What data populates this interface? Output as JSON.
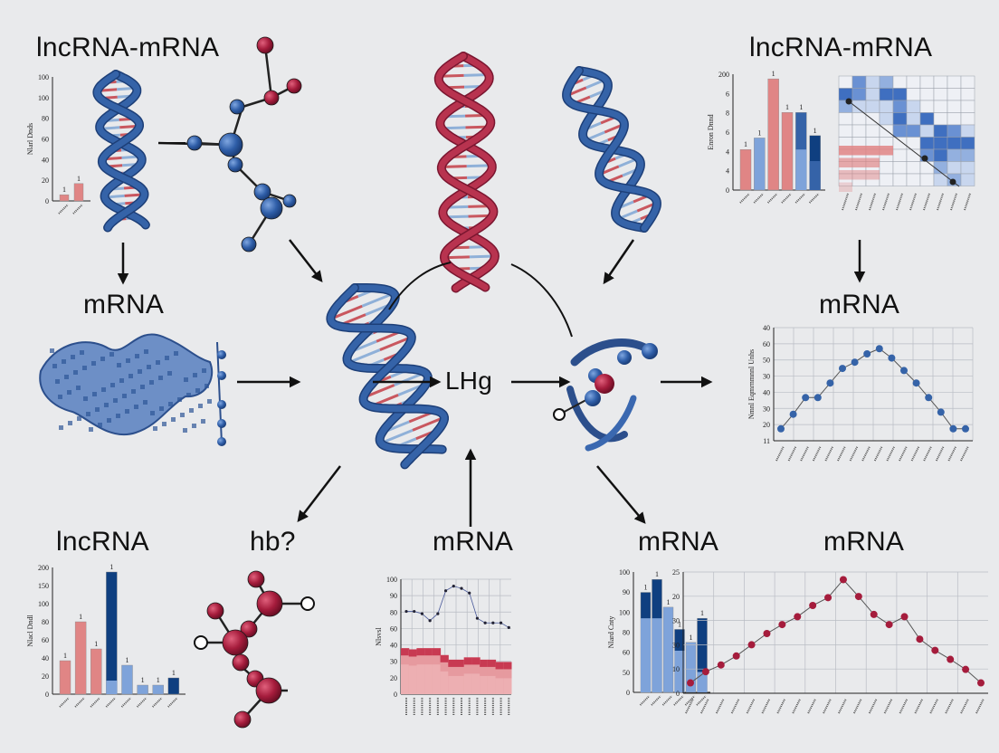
{
  "labels": {
    "top_left": "lncRNA-mRNA",
    "top_right": "lncRNA-mRNA",
    "mid_left": "mRNA",
    "mid_right": "mRNA",
    "center": "LHg",
    "bottom_1": "lncRNA",
    "bottom_2": "hb?",
    "bottom_3": "mRNA",
    "bottom_4": "mRNA",
    "bottom_5": "mRNA"
  },
  "colors": {
    "background": "#e9eaec",
    "blue_strand": "#3563a8",
    "red_strand": "#b8334f",
    "navy": "#0f3f80",
    "light_blue": "#7ea3da",
    "light_red": "#e08585",
    "crimson_node": "#a51c3c"
  },
  "mini_charts": {
    "top_left_bar": {
      "type": "bar",
      "yticks": [
        "100",
        "100",
        "80",
        "60",
        "40",
        "20",
        "0"
      ],
      "ylabel": "Nlarl Dnds",
      "ylim": [
        0,
        100
      ],
      "bars": [
        {
          "v": 5,
          "c": "light_red"
        },
        {
          "v": 14,
          "c": "light_red"
        }
      ]
    },
    "top_right_bar": {
      "type": "bar",
      "yticks": [
        "200",
        "6",
        "8",
        "6",
        "4",
        "4",
        "0"
      ],
      "ylabel": "Enron Dnnd",
      "ylim": [
        0,
        100
      ],
      "bars": [
        {
          "v": 35,
          "c": "light_red"
        },
        {
          "v": 45,
          "c": "light_blue"
        },
        {
          "v": 96,
          "c": "light_red"
        },
        {
          "v": 67,
          "c": "light_red"
        },
        {
          "v": 67,
          "c": "blue_strand",
          "base": 35,
          "basec": "light_blue"
        },
        {
          "v": 47,
          "c": "navy",
          "base": 25,
          "basec": "blue_strand"
        }
      ]
    },
    "top_right_heatmap": {
      "type": "heatmap",
      "blue": [
        [
          0,
          3,
          1,
          2,
          0,
          0,
          0,
          0,
          0,
          0
        ],
        [
          4,
          3,
          1,
          4,
          4,
          0,
          0,
          0,
          0,
          0
        ],
        [
          2,
          1,
          1,
          1,
          3,
          1,
          0,
          0,
          0,
          0
        ],
        [
          0,
          0,
          0,
          1,
          4,
          1,
          4,
          0,
          0,
          0
        ],
        [
          0,
          0,
          0,
          0,
          3,
          3,
          1,
          4,
          3,
          1
        ],
        [
          0,
          0,
          0,
          0,
          0,
          0,
          4,
          4,
          4,
          4
        ],
        [
          0,
          0,
          0,
          0,
          0,
          0,
          3,
          4,
          2,
          2
        ],
        [
          0,
          0,
          0,
          0,
          0,
          0,
          0,
          2,
          1,
          1
        ],
        [
          0,
          0,
          0,
          0,
          0,
          0,
          0,
          1,
          2,
          1
        ]
      ],
      "red_rows": [
        [
          6,
          4
        ],
        [
          7,
          3
        ],
        [
          8,
          3
        ],
        [
          9,
          1
        ]
      ]
    },
    "mid_right_line": {
      "type": "line",
      "yticks": [
        "40",
        "60",
        "50",
        "30",
        "40",
        "30",
        "20",
        "11"
      ],
      "ylabel": "Nmnl Eqmrnmnnl Unhs",
      "ylim": [
        0,
        100
      ],
      "values": [
        8,
        22,
        38,
        38,
        52,
        66,
        72,
        80,
        85,
        76,
        64,
        52,
        38,
        24,
        8,
        8
      ]
    },
    "bottom_left_bar": {
      "type": "bar",
      "yticks": [
        "200",
        "150",
        "100",
        "80",
        "60",
        "40",
        "20",
        "0"
      ],
      "ylabel": "Nlacl Dndl",
      "ylim": [
        0,
        140
      ],
      "bars": [
        {
          "v": 37,
          "c": "light_red"
        },
        {
          "v": 80,
          "c": "light_red"
        },
        {
          "v": 50,
          "c": "light_red"
        },
        {
          "v": 135,
          "c": "navy",
          "base": 15,
          "basec": "light_blue"
        },
        {
          "v": 32,
          "c": "light_blue"
        },
        {
          "v": 10,
          "c": "light_blue"
        },
        {
          "v": 10,
          "c": "light_blue"
        },
        {
          "v": 18,
          "c": "navy"
        }
      ]
    },
    "bottom_mid_mixed": {
      "type": "line+heatmap",
      "yticks": [
        "100",
        "90",
        "80",
        "60",
        "40",
        "30",
        "20",
        "0"
      ],
      "ylabel": "Nlsvsl",
      "line": [
        72,
        72,
        70,
        64,
        70,
        90,
        94,
        92,
        88,
        66,
        62,
        62,
        62,
        58
      ],
      "band": [
        40,
        39,
        40,
        40,
        40,
        34,
        30,
        30,
        32,
        32,
        30,
        30,
        28,
        28
      ]
    },
    "bottom_right_bar": {
      "type": "bar",
      "yticks": [
        "100",
        "90",
        "100",
        "80",
        "60",
        "50",
        "0"
      ],
      "ylabel": "Nlard Cnty",
      "ylim": [
        0,
        130
      ],
      "bars": [
        {
          "v": 108,
          "c": "navy",
          "base": 80,
          "basec": "light_blue"
        },
        {
          "v": 122,
          "c": "navy",
          "base": 80,
          "basec": "light_blue"
        },
        {
          "v": 92,
          "c": "light_blue"
        },
        {
          "v": 68,
          "c": "navy",
          "base": 45,
          "basec": "light_blue"
        },
        {
          "v": 54,
          "c": "light_blue"
        },
        {
          "v": 80,
          "c": "navy",
          "base": 22,
          "basec": "light_blue"
        }
      ]
    },
    "bottom_right_line": {
      "type": "line",
      "yticks": [
        "25",
        "20",
        "30",
        "30",
        "10",
        "0"
      ],
      "ylim": [
        0,
        100
      ],
      "values": [
        6,
        16,
        22,
        30,
        40,
        50,
        58,
        65,
        75,
        82,
        98,
        83,
        67,
        58,
        65,
        45,
        35,
        27,
        18,
        6
      ]
    }
  }
}
